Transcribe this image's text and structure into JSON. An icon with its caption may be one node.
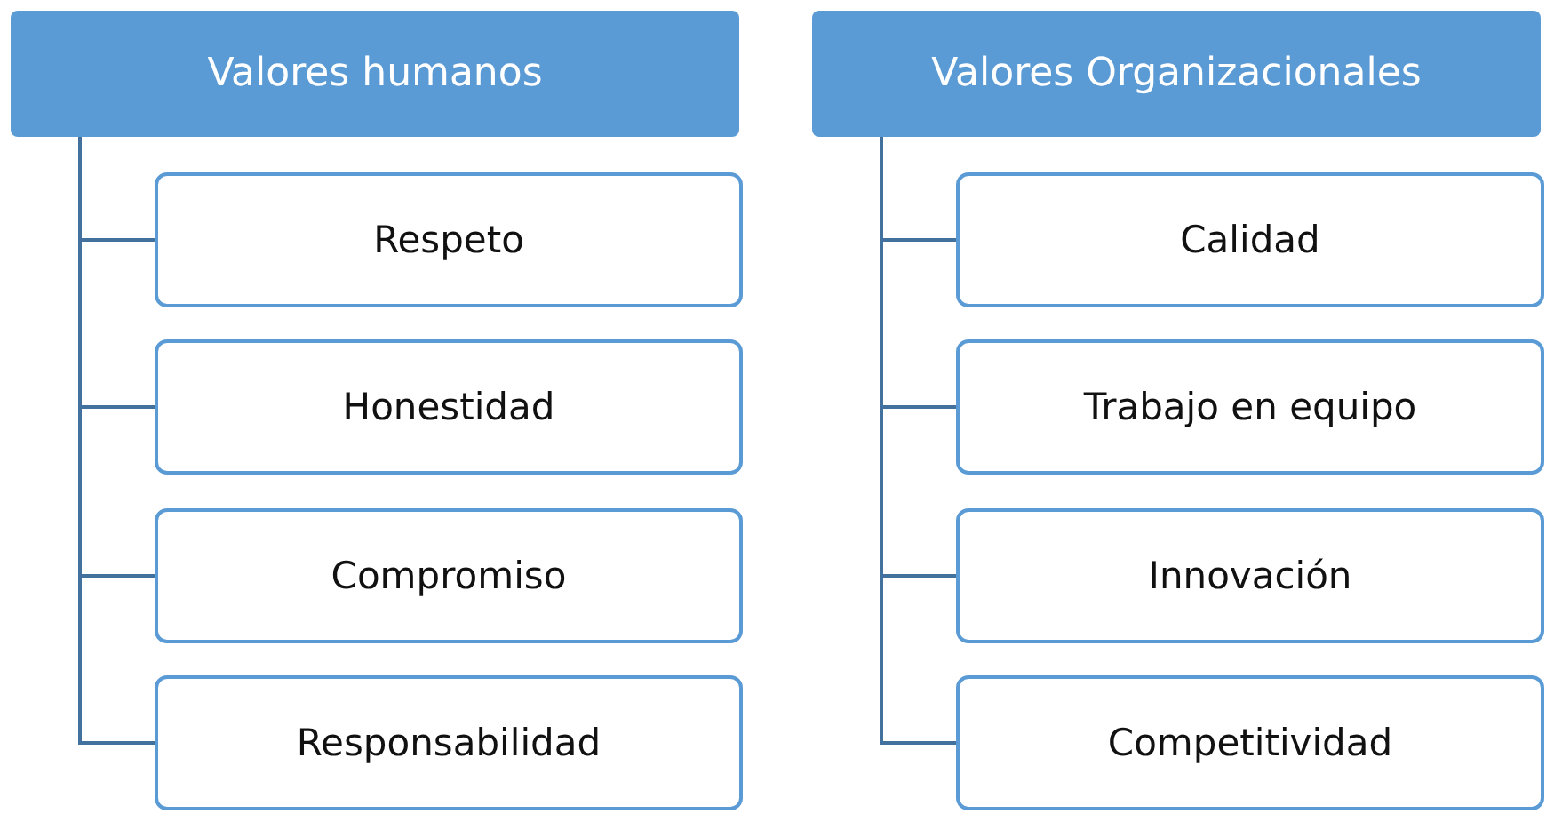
{
  "diagram": {
    "nodes": [
      {
        "text": [
          "Valores humanos"
        ]
      },
      {
        "text": [
          "Respeto"
        ]
      },
      {
        "text": [
          "Honestidad"
        ]
      },
      {
        "text": [
          "Compromiso"
        ]
      },
      {
        "text": [
          "Responsabilidad"
        ]
      },
      {
        "text": [
          "Valores Organizacionales"
        ]
      },
      {
        "text": [
          "Calidad"
        ]
      },
      {
        "text": [
          "Trabajo en equipo"
        ]
      },
      {
        "text": [
          "Innovación"
        ]
      },
      {
        "text": [
          "Competitividad"
        ]
      }
    ],
    "edges": [
      {
        "from": 0,
        "to": 1,
        "arrow": "none"
      },
      {
        "from": 0,
        "to": 2,
        "arrow": "none"
      },
      {
        "from": 0,
        "to": 3,
        "arrow": "none"
      },
      {
        "from": 0,
        "to": 4,
        "arrow": "none"
      },
      {
        "from": 5,
        "to": 6,
        "arrow": "none"
      },
      {
        "from": 5,
        "to": 7,
        "arrow": "none"
      },
      {
        "from": 5,
        "to": 8,
        "arrow": "none"
      },
      {
        "from": 5,
        "to": 9,
        "arrow": "none"
      }
    ]
  }
}
